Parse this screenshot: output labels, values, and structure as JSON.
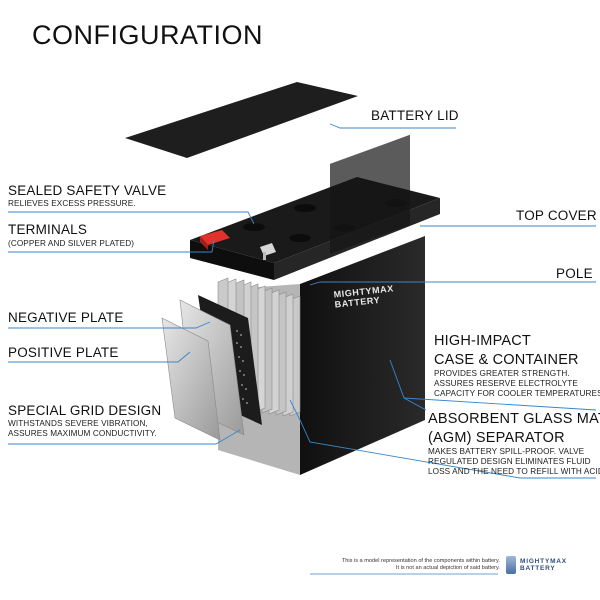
{
  "title": "CONFIGURATION",
  "labels": {
    "battery_lid": "BATTERY LID",
    "sealed_safety_valve": "SEALED SAFETY VALVE",
    "sealed_safety_valve_desc": "RELIEVES EXCESS PRESSURE.",
    "terminals": "TERMINALS",
    "terminals_desc": "(COPPER AND SILVER PLATED)",
    "top_cover": "TOP COVER",
    "pole": "POLE",
    "negative_plate": "NEGATIVE PLATE",
    "positive_plate": "POSITIVE PLATE",
    "special_grid_design": "SPECIAL GRID DESIGN",
    "special_grid_design_desc_1": "WITHSTANDS SEVERE VIBRATION,",
    "special_grid_design_desc_2": "ASSURES MAXIMUM CONDUCTIVITY.",
    "high_impact_1": "HIGH-IMPACT",
    "high_impact_2": "CASE & CONTAINER",
    "high_impact_desc_1": "PROVIDES GREATER STRENGTH.",
    "high_impact_desc_2": "ASSURES RESERVE ELECTROLYTE",
    "high_impact_desc_3": "CAPACITY FOR COOLER TEMPERATURES.",
    "agm_1": "ABSORBENT GLASS MAT",
    "agm_2": "(AGM) SEPARATOR",
    "agm_desc_1": "MAKES BATTERY SPILL-PROOF. VALVE",
    "agm_desc_2": "REGULATED DESIGN ELIMINATES FLUID",
    "agm_desc_3": "LOSS AND THE NEED TO REFILL WITH ACID."
  },
  "case_brand": {
    "line1": "MIGHTYMAX",
    "line2": "BATTERY"
  },
  "disclaimer": {
    "line1": "This is a model representation of the components within battery.",
    "line2": "It is not an actual depiction of said battery."
  },
  "logo": {
    "line1": "MIGHTYMAX",
    "line2": "BATTERY"
  },
  "colors": {
    "leader_line": "#3a86c8",
    "case": "#1c1c1c",
    "terminal_red": "#e0322b",
    "plate_gray": "#b9b9b9"
  }
}
